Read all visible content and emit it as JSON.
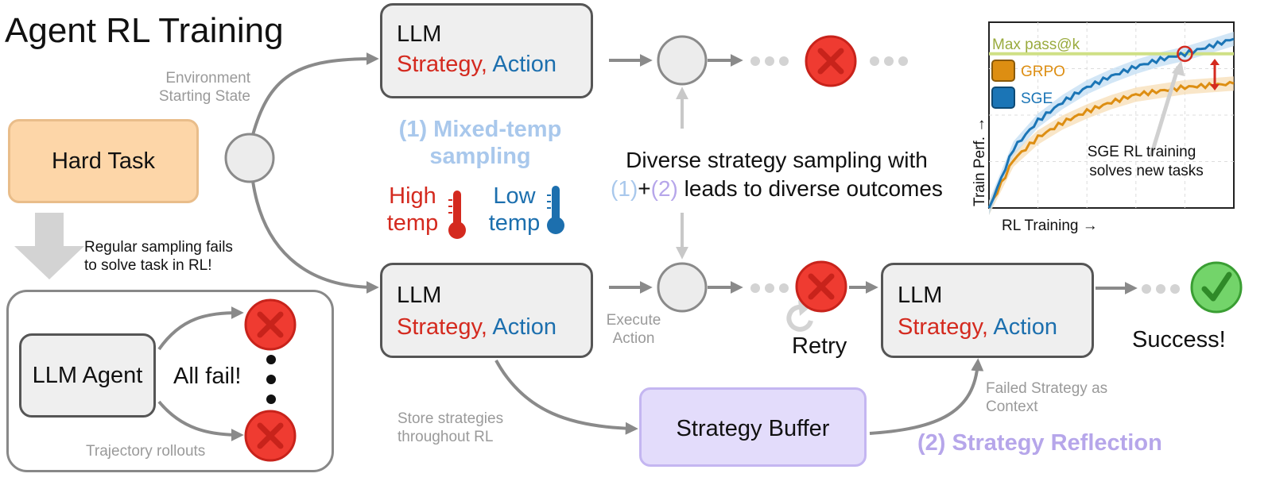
{
  "title": "Agent RL Training",
  "hard_task": "Hard Task",
  "regular_note": [
    "Regular sampling fails",
    "to solve task in RL!"
  ],
  "agent_panel": {
    "agent": "LLM Agent",
    "all_fail": "All fail!",
    "rollouts": "Trajectory rollouts"
  },
  "env_label": [
    "Environment",
    "Starting State"
  ],
  "llm": {
    "name": "LLM",
    "strategy": "Strategy,",
    "action": "Action"
  },
  "mixed_temp": [
    "(1) Mixed-temp",
    "sampling"
  ],
  "high_temp": [
    "High",
    "temp"
  ],
  "low_temp": [
    "Low",
    "temp"
  ],
  "diverse": {
    "line1": "Diverse strategy sampling with",
    "p1": "(1)",
    "plus": "+",
    "p2": "(2)",
    "rest": " leads to diverse outcomes"
  },
  "execute_action": [
    "Execute",
    "Action"
  ],
  "retry": "Retry",
  "success": "Success!",
  "store_note": [
    "Store strategies",
    "throughout RL"
  ],
  "strategy_buffer": "Strategy Buffer",
  "failed_context": [
    "Failed Strategy as",
    "Context"
  ],
  "strategy_reflection": "(2) Strategy Reflection",
  "colors": {
    "red": "#d42a1f",
    "blue": "#1c6fae",
    "mixed": "#a9c8ec",
    "purple": "#b6a6ea",
    "buffer_fill": "#e3dcfb",
    "hard_fill": "#fdd6a8",
    "grpo": "#dd8e12",
    "sge": "#1b75b6",
    "maxline": "#cfe085"
  },
  "chart_data": {
    "type": "line",
    "title": "",
    "xlabel": "RL Training →",
    "ylabel": "Train Perf. →",
    "reference_line": "Max pass@k",
    "series": [
      {
        "name": "GRPO",
        "values": [
          0.0,
          0.26,
          0.38,
          0.46,
          0.52,
          0.57,
          0.61,
          0.63,
          0.65,
          0.66,
          0.67
        ]
      },
      {
        "name": "SGE",
        "values": [
          0.0,
          0.32,
          0.47,
          0.57,
          0.65,
          0.71,
          0.76,
          0.8,
          0.83,
          0.87,
          0.91
        ]
      }
    ],
    "max_pass_at_k": 0.83,
    "annotation": [
      "SGE RL training",
      "solves new tasks"
    ],
    "grid": true
  }
}
